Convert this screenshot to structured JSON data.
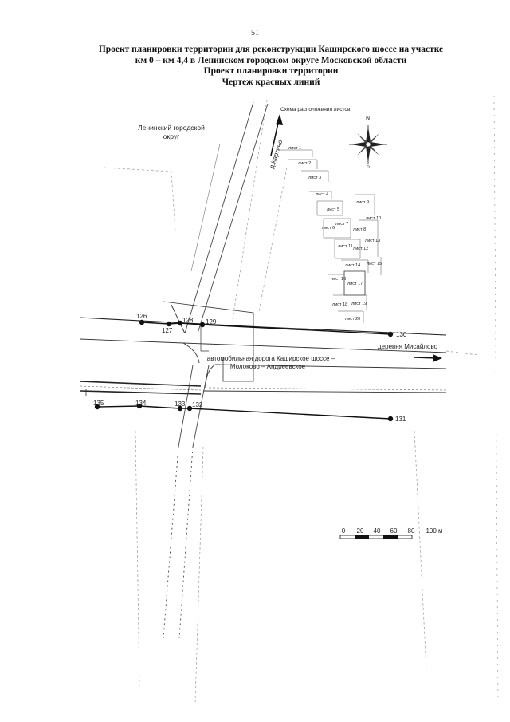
{
  "page_number": "51",
  "title_lines": [
    "Проект планировки территории для реконструкции Каширского шоссе на участке",
    "км 0 – км 4,4 в Ленинском городском округе Московской области",
    "Проект планировки территории",
    "Чертеж красных линий"
  ],
  "district_label": [
    "Ленинский городской",
    "округ"
  ],
  "direction_kartino": "д.Картино",
  "direction_misaylovo": "деревня Мисайлово",
  "road_label": [
    "автомобильная дорога Каширское шоссе –",
    "Молоково – Андреевское"
  ],
  "scheme": {
    "title": "Схема расположения листов",
    "north": "N",
    "sheets": [
      "лист 1",
      "лист 2",
      "лист 3",
      "лист 4",
      "лист 5",
      "лист 6",
      "лист 7",
      "лист 8",
      "лист 9",
      "лист 10",
      "лист 11",
      "лист 12",
      "лист 13",
      "лист 14",
      "лист 15",
      "лист 16",
      "лист 17",
      "лист 18",
      "лист 19",
      "лист 20"
    ]
  },
  "points": [
    "126",
    "127",
    "128",
    "129",
    "130",
    "131",
    "132",
    "133",
    "134",
    "135"
  ],
  "scale_bar": {
    "labels": [
      "0",
      "20",
      "40",
      "60",
      "80",
      "100 м"
    ]
  }
}
